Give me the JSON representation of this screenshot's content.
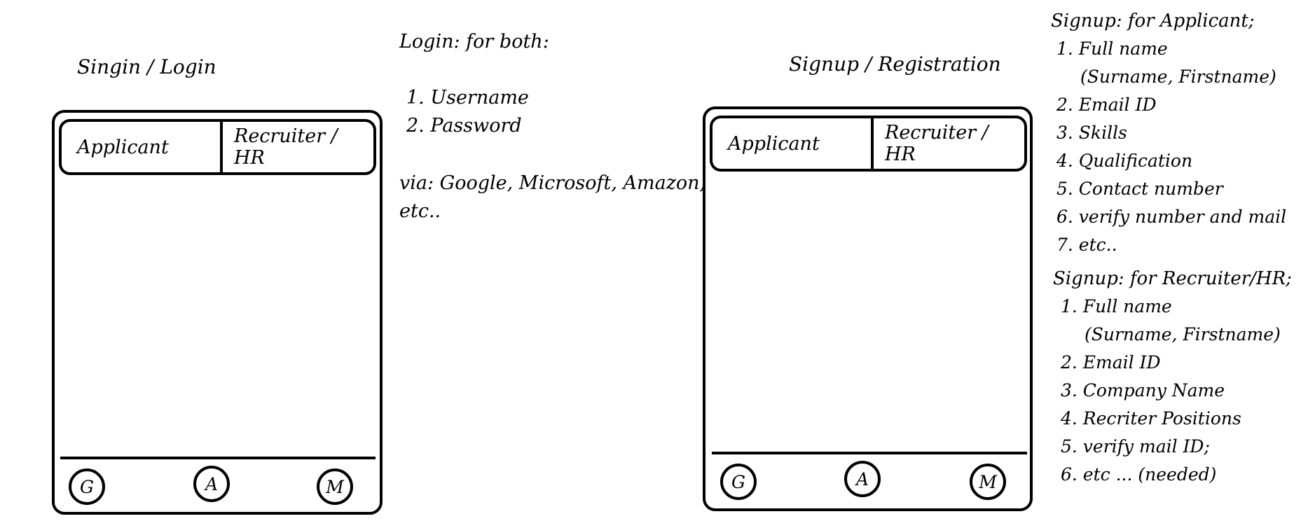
{
  "login": {
    "heading": "Singin / Login",
    "tabs": [
      "Applicant",
      "Recruiter / HR"
    ],
    "providers": [
      "G",
      "A",
      "M"
    ]
  },
  "login_notes": {
    "heading": "Login: for both:",
    "items": [
      "1. Username",
      "2. Password"
    ],
    "via_line1": "via: Google, Microsoft, Amazon,",
    "via_line2": "etc.."
  },
  "signup": {
    "heading": "Signup / Registration",
    "tabs": [
      "Applicant",
      "Recruiter / HR"
    ],
    "providers": [
      "G",
      "A",
      "M"
    ]
  },
  "applicant_signup": {
    "heading": "Signup: for Applicant;",
    "items": [
      "1. Full name",
      "(Surname, Firstname)",
      "2. Email ID",
      "3. Skills",
      "4. Qualification",
      "5. Contact number",
      "6. verify number and mail",
      "7. etc.."
    ]
  },
  "recruiter_signup": {
    "heading": "Signup: for Recruiter/HR;",
    "items": [
      "1. Full name",
      "(Surname, Firstname)",
      "2. Email ID",
      "3. Company Name",
      "4. Recriter Positions",
      "5. verify mail ID;",
      "6. etc ... (needed)"
    ]
  }
}
